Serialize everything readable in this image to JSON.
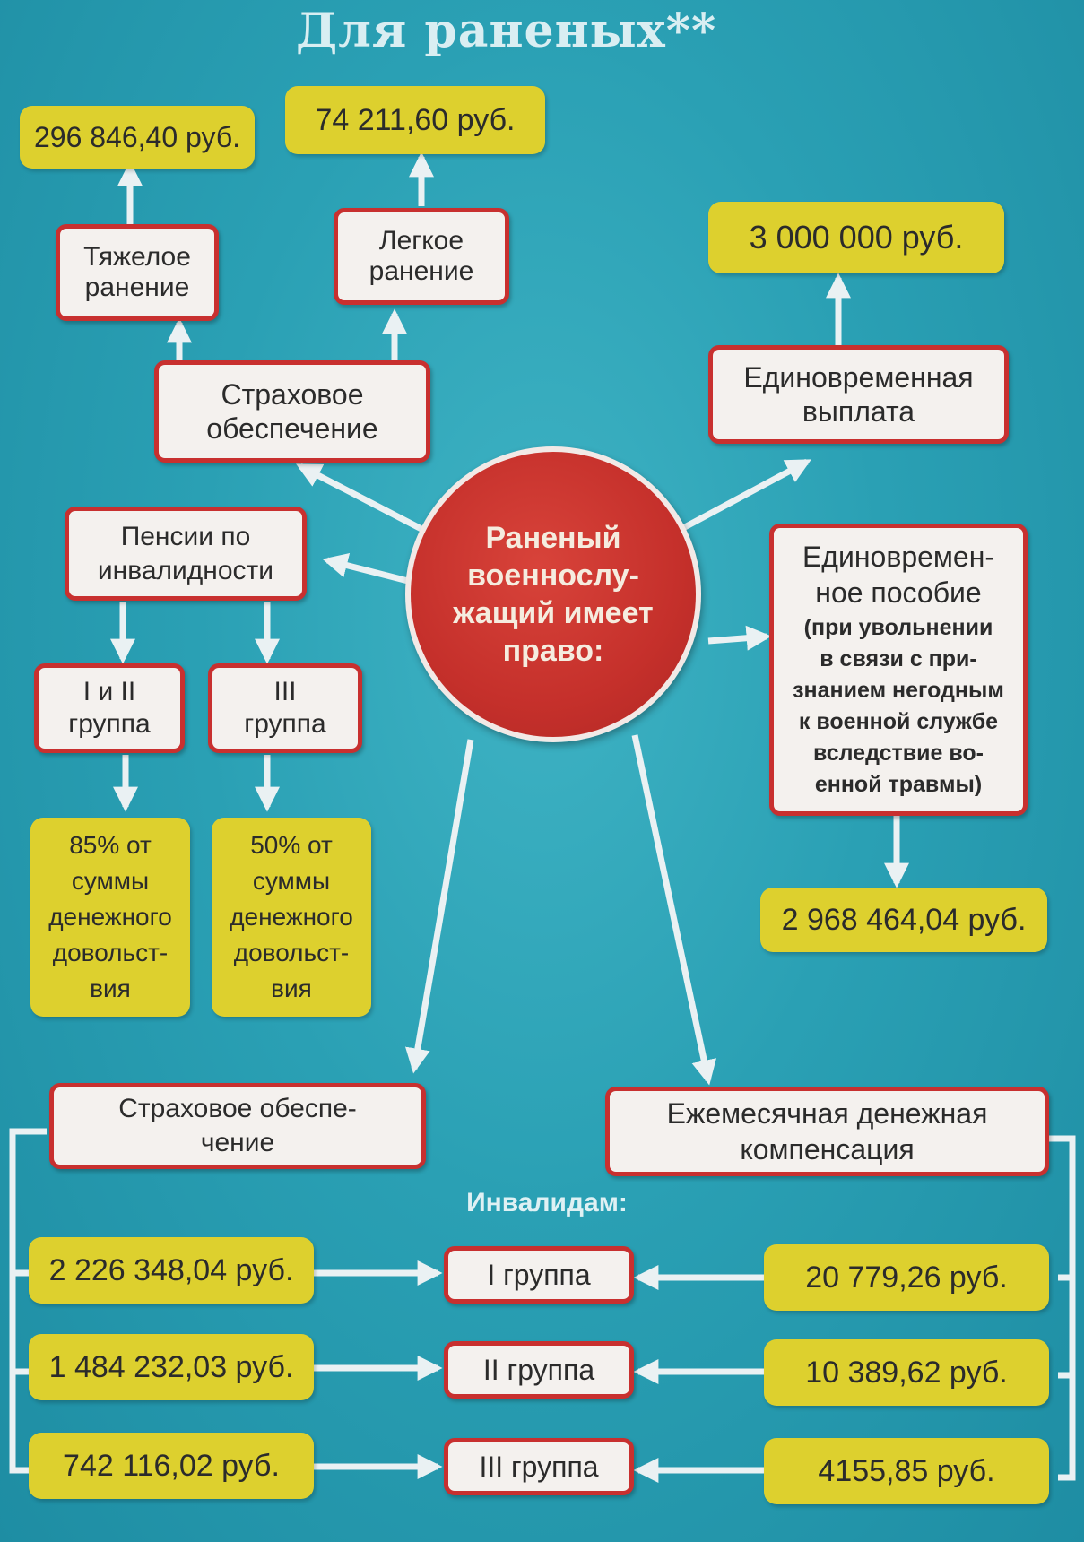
{
  "title": "Для раненых**",
  "center": "Раненый\nвоеннослу-\nжащий имеет\nправо:",
  "insurance_top": {
    "label": "Страховое\nобеспечение",
    "heavy": "Тяжелое\nранение",
    "light": "Легкое\nранение",
    "heavy_amount": "296 846,40 руб.",
    "light_amount": "74 211,60 руб."
  },
  "one_time_payment": {
    "label": "Единовременная\nвыплата",
    "amount": "3 000 000 руб."
  },
  "one_time_allowance": {
    "title": "Единовремен-\nное пособие",
    "note": "(при увольнении\nв связи с при-\nзнанием негодным\nк военной службе\nвследствие во-\nенной травмы)",
    "amount": "2 968 464,04 руб."
  },
  "disability_pension": {
    "label": "Пенсии по\nинвалидности",
    "group12": "I и II\nгруппа",
    "group3": "III\nгруппа",
    "group12_value": "85% от\nсуммы\nденежного\nдовольст-\nвия",
    "group3_value": "50% от\nсуммы\nденежного\nдовольст-\nвия"
  },
  "insurance_bottom": {
    "label": "Страховое обеспе-\nчение",
    "amounts": [
      "2 226 348,04 руб.",
      "1 484 232,03 руб.",
      "742 116,02 руб."
    ]
  },
  "monthly_compensation": {
    "label": "Ежемесячная денежная\nкомпенсация",
    "amounts": [
      "20 779,26 руб.",
      "10 389,62 руб.",
      "4155,85 руб."
    ]
  },
  "invalids_label": "Инвалидам:",
  "groups": [
    "I группа",
    "II группа",
    "III группа"
  ]
}
